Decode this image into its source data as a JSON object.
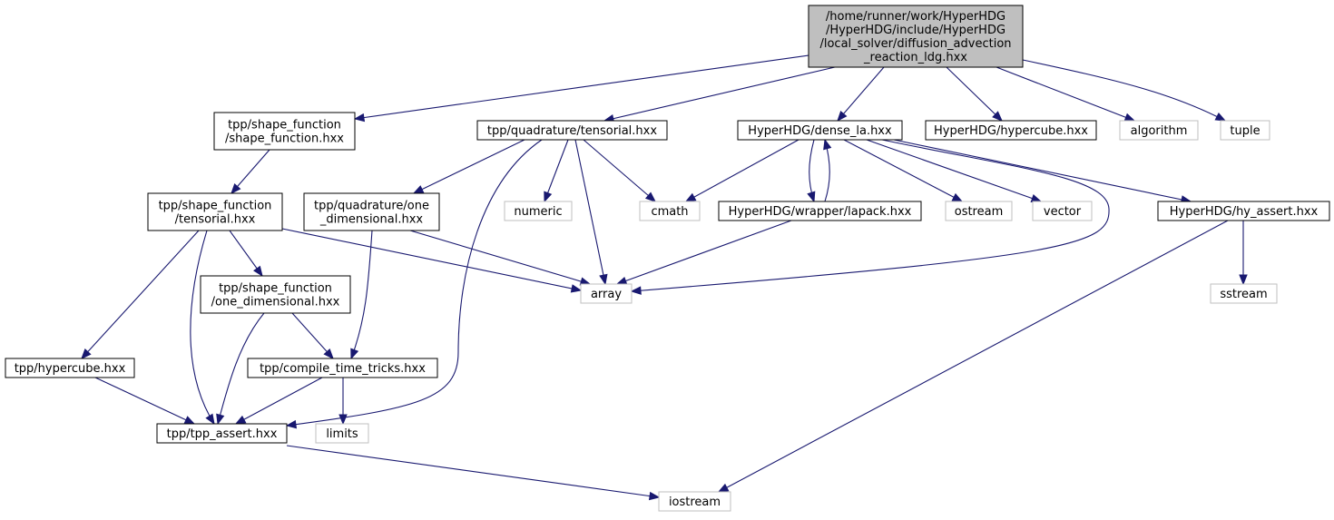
{
  "graph": {
    "colors": {
      "edge": "#191970",
      "root_fill": "#bfbfbf",
      "project_border": "#000000",
      "external_border": "#bfbfbf"
    },
    "nodes": [
      {
        "id": "root",
        "kind": "root",
        "lines": [
          "/home/runner/work/HyperHDG",
          "/HyperHDG/include/HyperHDG",
          "/local_solver/diffusion_advection",
          "_reaction_ldg.hxx"
        ]
      },
      {
        "id": "sf_shape",
        "kind": "project",
        "lines": [
          "tpp/shape_function",
          "/shape_function.hxx"
        ]
      },
      {
        "id": "quad_tensorial",
        "kind": "project",
        "lines": [
          "tpp/quadrature/tensorial.hxx"
        ]
      },
      {
        "id": "dense_la",
        "kind": "project",
        "lines": [
          "HyperHDG/dense_la.hxx"
        ]
      },
      {
        "id": "hdg_hypercube",
        "kind": "project",
        "lines": [
          "HyperHDG/hypercube.hxx"
        ]
      },
      {
        "id": "algorithm",
        "kind": "external",
        "lines": [
          "algorithm"
        ]
      },
      {
        "id": "tuple",
        "kind": "external",
        "lines": [
          "tuple"
        ]
      },
      {
        "id": "sf_tensorial",
        "kind": "project",
        "lines": [
          "tpp/shape_function",
          "/tensorial.hxx"
        ]
      },
      {
        "id": "quad_one_dim",
        "kind": "project",
        "lines": [
          "tpp/quadrature/one",
          "_dimensional.hxx"
        ]
      },
      {
        "id": "numeric",
        "kind": "external",
        "lines": [
          "numeric"
        ]
      },
      {
        "id": "cmath",
        "kind": "external",
        "lines": [
          "cmath"
        ]
      },
      {
        "id": "lapack",
        "kind": "project",
        "lines": [
          "HyperHDG/wrapper/lapack.hxx"
        ]
      },
      {
        "id": "ostream",
        "kind": "external",
        "lines": [
          "ostream"
        ]
      },
      {
        "id": "vector",
        "kind": "external",
        "lines": [
          "vector"
        ]
      },
      {
        "id": "hy_assert",
        "kind": "project",
        "lines": [
          "HyperHDG/hy_assert.hxx"
        ]
      },
      {
        "id": "sf_one_dim",
        "kind": "project",
        "lines": [
          "tpp/shape_function",
          "/one_dimensional.hxx"
        ]
      },
      {
        "id": "array",
        "kind": "external",
        "lines": [
          "array"
        ]
      },
      {
        "id": "sstream",
        "kind": "external",
        "lines": [
          "sstream"
        ]
      },
      {
        "id": "tpp_hypercube",
        "kind": "project",
        "lines": [
          "tpp/hypercube.hxx"
        ]
      },
      {
        "id": "compile_tricks",
        "kind": "project",
        "lines": [
          "tpp/compile_time_tricks.hxx"
        ]
      },
      {
        "id": "tpp_assert",
        "kind": "project",
        "lines": [
          "tpp/tpp_assert.hxx"
        ]
      },
      {
        "id": "limits",
        "kind": "external",
        "lines": [
          "limits"
        ]
      },
      {
        "id": "iostream",
        "kind": "external",
        "lines": [
          "iostream"
        ]
      }
    ],
    "edges": [
      {
        "from": "root",
        "to": "sf_shape"
      },
      {
        "from": "root",
        "to": "quad_tensorial"
      },
      {
        "from": "root",
        "to": "dense_la"
      },
      {
        "from": "root",
        "to": "hdg_hypercube"
      },
      {
        "from": "root",
        "to": "algorithm"
      },
      {
        "from": "root",
        "to": "tuple"
      },
      {
        "from": "sf_shape",
        "to": "sf_tensorial"
      },
      {
        "from": "quad_tensorial",
        "to": "quad_one_dim"
      },
      {
        "from": "quad_tensorial",
        "to": "numeric"
      },
      {
        "from": "quad_tensorial",
        "to": "cmath"
      },
      {
        "from": "quad_tensorial",
        "to": "array"
      },
      {
        "from": "quad_tensorial",
        "to": "tpp_assert"
      },
      {
        "from": "dense_la",
        "to": "cmath"
      },
      {
        "from": "dense_la",
        "to": "lapack"
      },
      {
        "from": "lapack",
        "to": "dense_la"
      },
      {
        "from": "dense_la",
        "to": "ostream"
      },
      {
        "from": "dense_la",
        "to": "vector"
      },
      {
        "from": "dense_la",
        "to": "hy_assert"
      },
      {
        "from": "dense_la",
        "to": "array"
      },
      {
        "from": "lapack",
        "to": "array"
      },
      {
        "from": "hy_assert",
        "to": "sstream"
      },
      {
        "from": "hy_assert",
        "to": "iostream"
      },
      {
        "from": "sf_tensorial",
        "to": "tpp_hypercube"
      },
      {
        "from": "sf_tensorial",
        "to": "sf_one_dim"
      },
      {
        "from": "sf_tensorial",
        "to": "tpp_assert"
      },
      {
        "from": "sf_tensorial",
        "to": "array"
      },
      {
        "from": "quad_one_dim",
        "to": "array"
      },
      {
        "from": "quad_one_dim",
        "to": "compile_tricks"
      },
      {
        "from": "sf_one_dim",
        "to": "compile_tricks"
      },
      {
        "from": "sf_one_dim",
        "to": "tpp_assert"
      },
      {
        "from": "tpp_hypercube",
        "to": "tpp_assert"
      },
      {
        "from": "compile_tricks",
        "to": "tpp_assert"
      },
      {
        "from": "compile_tricks",
        "to": "limits"
      },
      {
        "from": "tpp_assert",
        "to": "iostream"
      }
    ]
  }
}
